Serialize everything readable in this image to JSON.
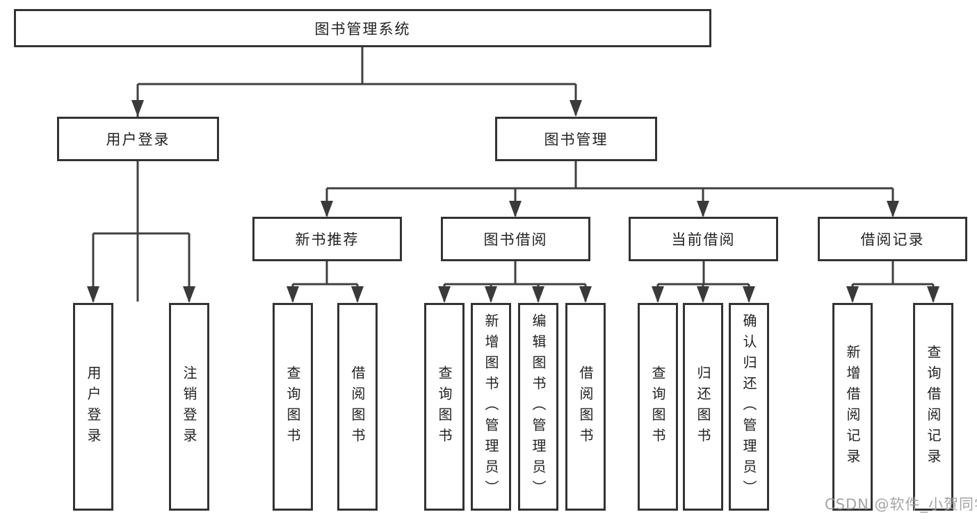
{
  "diagram": {
    "root": {
      "label": "图书管理系统"
    },
    "level2": [
      {
        "label": "用户登录"
      },
      {
        "label": "图书管理"
      }
    ],
    "level3": [
      {
        "label": "新书推荐"
      },
      {
        "label": "图书借阅"
      },
      {
        "label": "当前借阅"
      },
      {
        "label": "借阅记录"
      }
    ],
    "leaves": [
      {
        "label": "用户登录"
      },
      {
        "label": "注销登录"
      },
      {
        "label": "查询图书"
      },
      {
        "label": "借阅图书"
      },
      {
        "label": "查询图书"
      },
      {
        "label": "新增图书（管理员）"
      },
      {
        "label": "编辑图书（管理员）"
      },
      {
        "label": "借阅图书"
      },
      {
        "label": "查询图书"
      },
      {
        "label": "归还图书"
      },
      {
        "label": "确认归还（管理员）"
      },
      {
        "label": "新增借阅记录"
      },
      {
        "label": "查询借阅记录"
      }
    ],
    "watermark": "CSDN @软件_小贺同学",
    "colors": {
      "line": "#404040",
      "arrow": "#3a3a3a",
      "border": "#333333",
      "text": "#222222",
      "watermark": "#9b9b9b",
      "background": "#ffffff"
    }
  }
}
